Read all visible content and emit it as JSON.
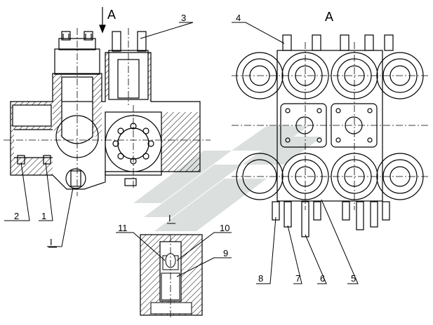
{
  "view_labels": {
    "section_left": "A",
    "view_right": "A"
  },
  "detail_label": "I",
  "detail_label_mark": "I",
  "callouts": [
    "1",
    "2",
    "3",
    "4",
    "5",
    "6",
    "7",
    "8",
    "9",
    "10",
    "11"
  ]
}
